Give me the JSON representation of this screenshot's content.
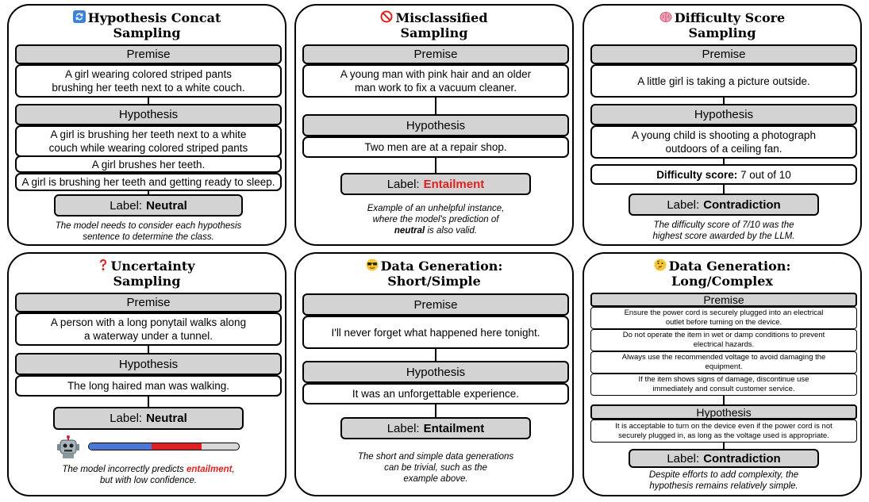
{
  "panels": {
    "p1": {
      "title_icon": "arrows-cycle-icon",
      "title_l1": "Hypothesis Concat",
      "title_l2": "Sampling",
      "premise_header": "Premise",
      "premise_l1": "A girl wearing colored striped pants",
      "premise_l2": "brushing her teeth next to a white couch.",
      "hypothesis_header": "Hypothesis",
      "hyp1_l1": "A girl is brushing her teeth next to a white",
      "hyp1_l2": "couch while wearing colored striped pants",
      "hyp2": "A girl brushes her teeth.",
      "hyp3": "A girl is brushing her teeth and getting ready to sleep.",
      "label_prefix": "Label:",
      "label_value": "Neutral",
      "caption_l1": "The model needs to consider each hypothesis",
      "caption_l2": "sentence to determine the class."
    },
    "p2": {
      "title_icon": "prohibited-icon",
      "title_l1": "Misclassified",
      "title_l2": "Sampling",
      "premise_header": "Premise",
      "premise_l1": "A young man with pink hair and an older",
      "premise_l2": "man work to fix a vacuum cleaner.",
      "hypothesis_header": "Hypothesis",
      "hyp1": "Two men are at a repair shop.",
      "label_prefix": "Label:",
      "label_value": "Entailment",
      "caption_l1": "Example of an unhelpful instance,",
      "caption_l2": "where the model's prediction of",
      "caption_l3_bold": "neutral",
      "caption_l3_rest": " is also valid."
    },
    "p3": {
      "title_icon": "brain-icon",
      "title_l1": "Difficulty Score",
      "title_l2": "Sampling",
      "premise_header": "Premise",
      "premise": "A little girl is taking a picture outside.",
      "hypothesis_header": "Hypothesis",
      "hyp_l1": "A young child is shooting a photograph",
      "hyp_l2": "outdoors of a ceiling fan.",
      "score_label": "Difficulty score:",
      "score_value": "7 out of 10",
      "label_prefix": "Label:",
      "label_value": "Contradiction",
      "caption_l1": "The difficulty score of 7/10 was the",
      "caption_l2": "highest score awarded by the LLM."
    },
    "p4": {
      "title_icon": "question-mark-icon",
      "title_l1": "Uncertainty",
      "title_l2": "Sampling",
      "premise_header": "Premise",
      "premise_l1": "A person with a long ponytail walks along",
      "premise_l2": "a waterway under a tunnel.",
      "hypothesis_header": "Hypothesis",
      "hyp1": "The long haired man was walking.",
      "label_prefix": "Label:",
      "label_value": "Neutral",
      "robot_icon": "robot-icon",
      "confidence_bar": {
        "blue": 0.42,
        "red": 0.33,
        "blue_color": "#4a78d8",
        "red_color": "#e02020"
      },
      "caption_l1_pre": "The model incorrectly predicts ",
      "caption_l1_red": "entailment",
      "caption_l1_post": ",",
      "caption_l2": "but with low confidence."
    },
    "p5": {
      "title_icon": "cool-face-icon",
      "title_l1": "Data Generation:",
      "title_l2": "Short/Simple",
      "premise_header": "Premise",
      "premise": "I'll never forget what happened here tonight.",
      "hypothesis_header": "Hypothesis",
      "hyp1": "It was an unforgettable experience.",
      "label_prefix": "Label:",
      "label_value": "Entailment",
      "caption_l1": "The short and simple data generations",
      "caption_l2": "can be trivial, such as the",
      "caption_l3": "example above."
    },
    "p6": {
      "title_icon": "thinking-face-icon",
      "title_l1": "Data Generation:",
      "title_l2": "Long/Complex",
      "premise_header": "Premise",
      "premises": [
        {
          "l1": "Ensure the power cord is securely plugged into an electrical",
          "l2": "outlet before turning on the device."
        },
        {
          "l1": "Do not operate the item in wet or damp conditions to prevent",
          "l2": "electrical hazards."
        },
        {
          "l1": "Always use the recommended voltage to avoid damaging the",
          "l2": "equipment."
        },
        {
          "l1": "If the item shows signs of damage, discontinue use",
          "l2": "immediately and consult customer service."
        }
      ],
      "hypothesis_header": "Hypothesis",
      "hyp_l1": "It is acceptable to turn on the device even if the power cord is not",
      "hyp_l2": "securely plugged in, as long as the voltage used is appropriate.",
      "label_prefix": "Label:",
      "label_value": "Contradiction",
      "caption_l1": "Despite efforts to add complexity, the",
      "caption_l2": "hypothesis remains relatively simple."
    }
  }
}
